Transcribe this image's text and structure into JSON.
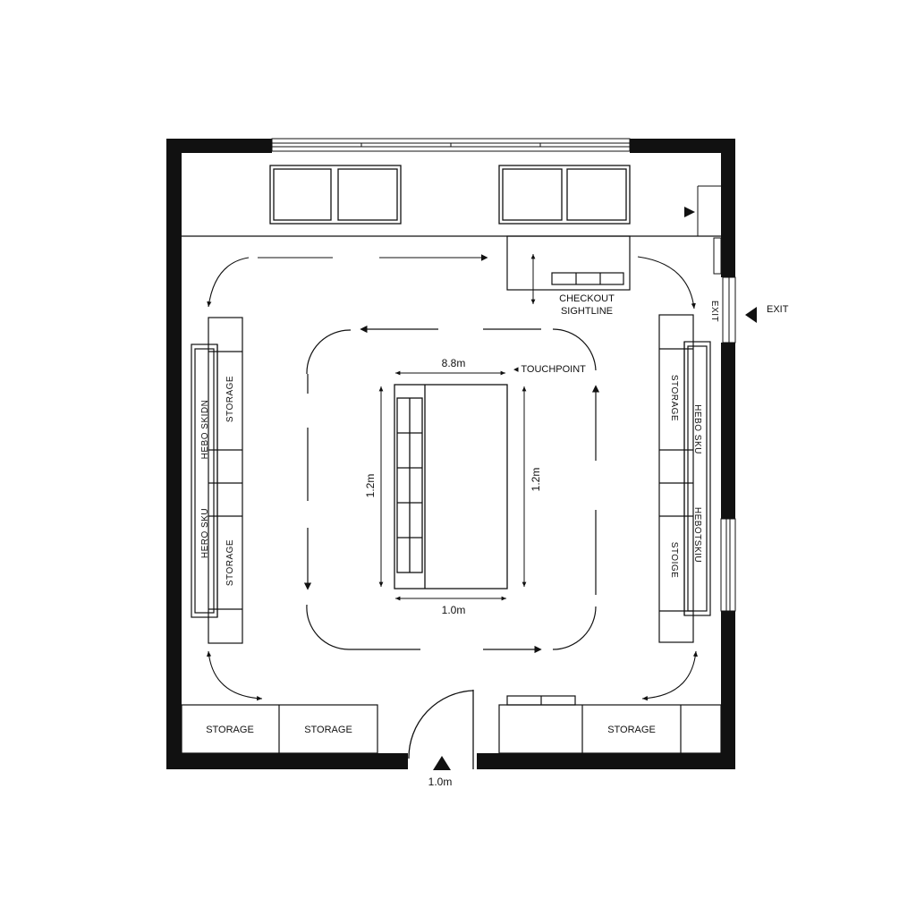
{
  "labels": {
    "checkout_line1": "CHECKOUT",
    "checkout_line2": "SIGHTLINE",
    "exit": "EXIT",
    "exit_vertical": "EXIT",
    "touchpoint": "◂ TOUCHPOINT",
    "storage": "STORAGE",
    "storage_shelf": "STORAGE",
    "storage_shelf_alt": "STOIGE",
    "hero_sku": "HERO SKU",
    "hero_sku_top_left": "HEBO SKIDN",
    "hero_sku_right": "HEBO SKU",
    "hero_sku_right_bottom": "HEBOTSKIU"
  },
  "dimensions": {
    "table_width": "8.8m",
    "table_depth_left": "1.2m",
    "table_depth_right": "1.2m",
    "table_bottom": "1.0m",
    "entrance_width": "1.0m"
  }
}
